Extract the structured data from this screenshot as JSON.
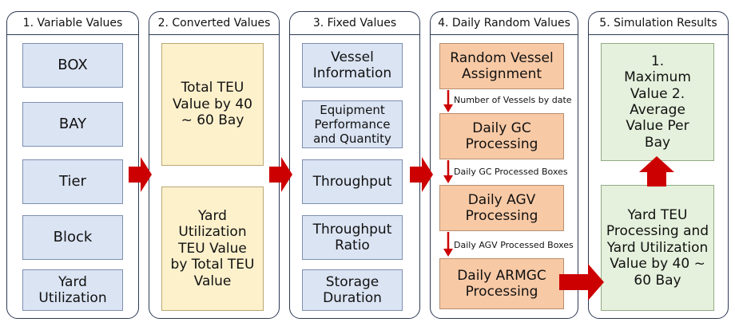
{
  "panels": [
    {
      "title": "1. Variable Values"
    },
    {
      "title": "2. Converted Values"
    },
    {
      "title": "3. Fixed Values"
    },
    {
      "title": "4. Daily Random Values"
    },
    {
      "title": "5. Simulation Results"
    }
  ],
  "variable_values": [
    "BOX",
    "BAY",
    "Tier",
    "Block",
    "Yard Utilization"
  ],
  "converted_values": [
    "Total TEU Value by 40 ~ 60 Bay",
    "Yard Utilization TEU Value by Total TEU Value"
  ],
  "fixed_values": [
    "Vessel Information",
    "Equipment Performance and Quantity",
    "Throughput",
    "Throughput Ratio",
    "Storage Duration"
  ],
  "daily_random_values": [
    "Random Vessel Assignment",
    "Daily GC Processing",
    "Daily AGV Processing",
    "Daily ARMGC Processing"
  ],
  "flow_labels": [
    "Number of Vessels by date",
    "Daily GC Processed Boxes",
    "Daily AGV Processed Boxes"
  ],
  "simulation_results": {
    "top": "1. Maximum Value 2. Average Value Per Bay",
    "bottom": "Yard TEU Processing and Yard Utilization Value by 40 ~ 60 Bay"
  },
  "colors": {
    "arrow": "#cc0000",
    "border": "#2c3a55",
    "blue_fill": "#dbe4f3",
    "yellow_fill": "#fdf1cc",
    "orange_fill": "#f8c9a5",
    "green_fill": "#e5f1dc"
  }
}
